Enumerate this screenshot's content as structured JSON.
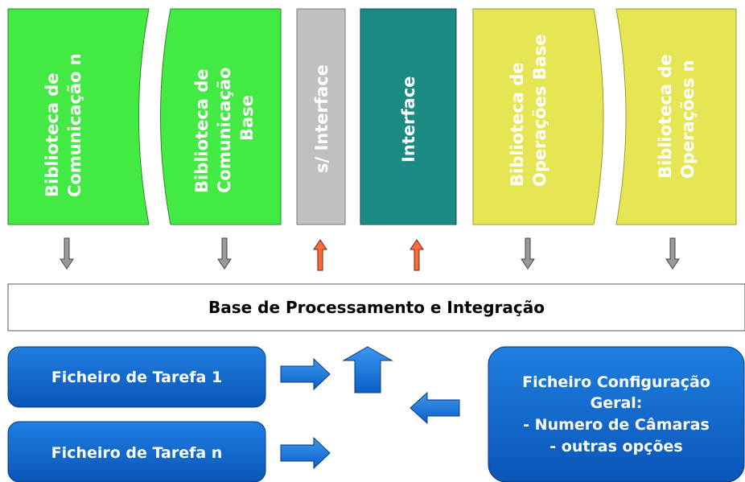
{
  "columns": [
    {
      "lines": [
        "Biblioteca de",
        "Comunicação n"
      ],
      "color": "#44ea44"
    },
    {
      "lines": [
        "Biblioteca de",
        "Comunicação",
        "Base"
      ],
      "color": "#44ea44"
    },
    {
      "lines": [
        "s/ Interface"
      ],
      "color": "#c0c0c0"
    },
    {
      "lines": [
        "Interface"
      ],
      "color": "#1a8a82"
    },
    {
      "lines": [
        "Biblioteca de",
        "Operações Base"
      ],
      "color": "#e6e655"
    },
    {
      "lines": [
        "Biblioteca de",
        "Operações n"
      ],
      "color": "#e6e655"
    }
  ],
  "base": {
    "label": "Base de Processamento e Integração"
  },
  "tasks": [
    {
      "label": "Ficheiro de Tarefa 1"
    },
    {
      "label": "Ficheiro de Tarefa n"
    }
  ],
  "config": {
    "lines": [
      "Ficheiro  Configuração",
      "Geral:",
      "- Numero de Câmaras",
      "- outras opções"
    ]
  },
  "colors": {
    "green": "#44ea44",
    "gray": "#c0c0c0",
    "teal": "#1a8a82",
    "yellow": "#e6e655",
    "blue": "#0a5fc8",
    "arrow_down": "#9a9a9a",
    "arrow_up": "#ff6a3a"
  }
}
